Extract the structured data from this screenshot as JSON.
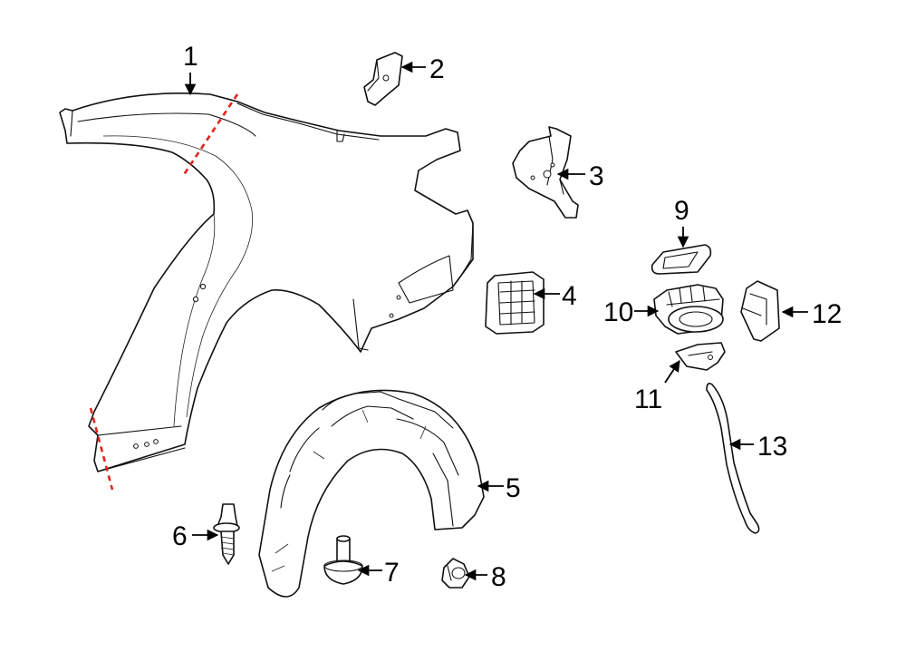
{
  "diagram": {
    "cut_line_color": "#e0231c",
    "line_color": "#111111",
    "callouts": [
      {
        "id": "1",
        "label": "1"
      },
      {
        "id": "2",
        "label": "2"
      },
      {
        "id": "3",
        "label": "3"
      },
      {
        "id": "4",
        "label": "4"
      },
      {
        "id": "5",
        "label": "5"
      },
      {
        "id": "6",
        "label": "6"
      },
      {
        "id": "7",
        "label": "7"
      },
      {
        "id": "8",
        "label": "8"
      },
      {
        "id": "9",
        "label": "9"
      },
      {
        "id": "10",
        "label": "10"
      },
      {
        "id": "11",
        "label": "11"
      },
      {
        "id": "12",
        "label": "12"
      },
      {
        "id": "13",
        "label": "13"
      }
    ]
  }
}
